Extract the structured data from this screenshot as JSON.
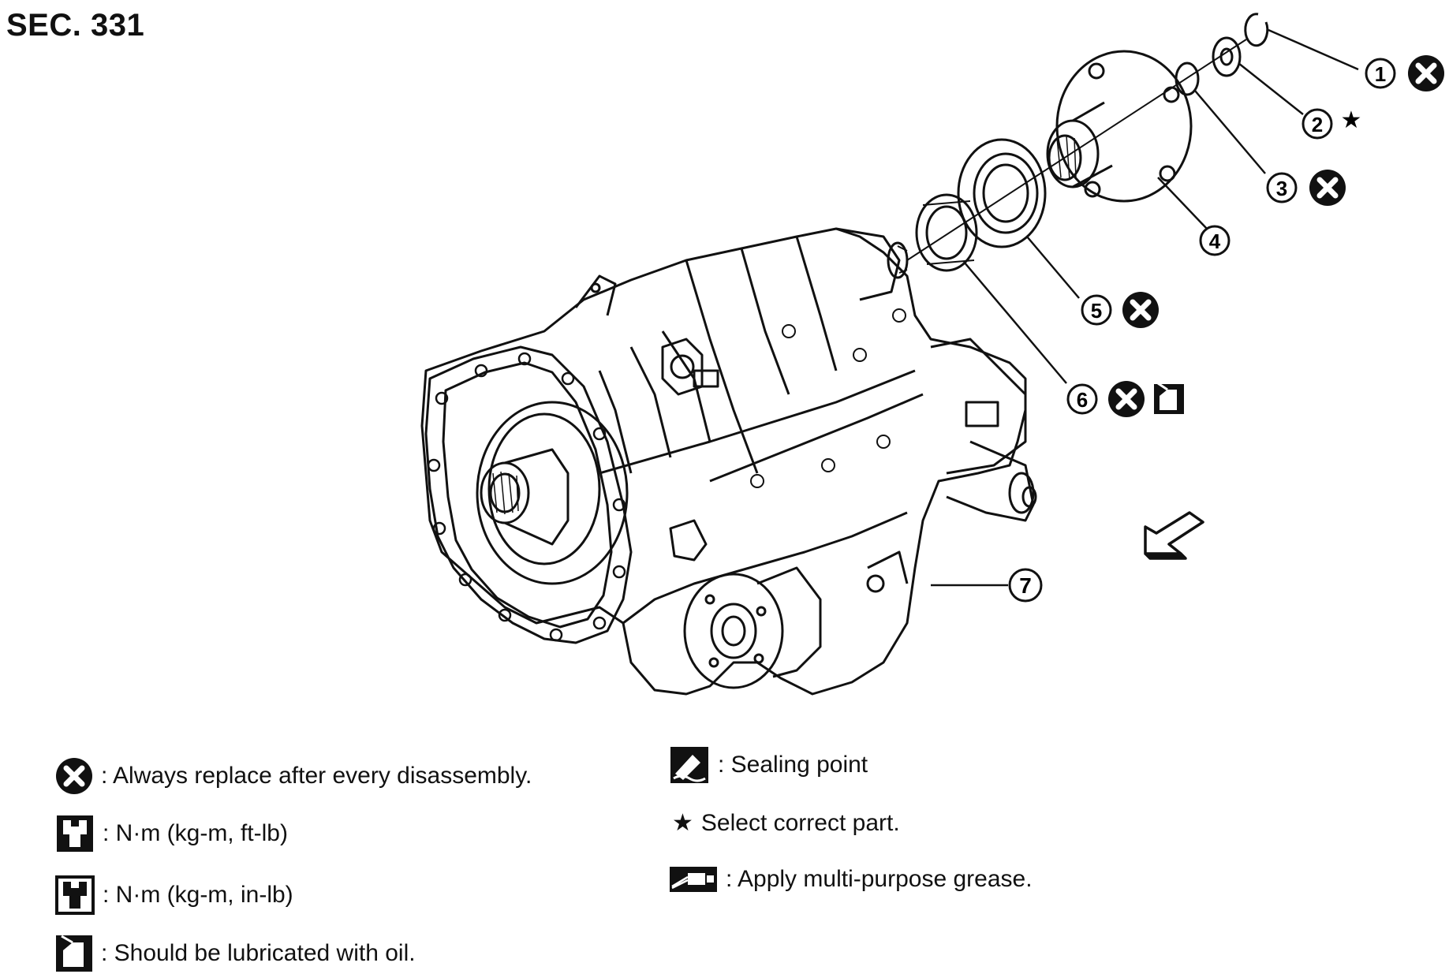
{
  "section": "SEC. 331",
  "callouts": [
    {
      "number": "1",
      "symbols": [
        "replace-icon"
      ]
    },
    {
      "number": "2",
      "symbols": [
        "star-icon"
      ]
    },
    {
      "number": "3",
      "symbols": [
        "replace-icon"
      ]
    },
    {
      "number": "4",
      "symbols": []
    },
    {
      "number": "5",
      "symbols": [
        "replace-icon"
      ]
    },
    {
      "number": "6",
      "symbols": [
        "replace-icon",
        "oil-can-icon"
      ]
    },
    {
      "number": "7",
      "symbols": []
    }
  ],
  "legend": {
    "replace": ": Always replace after every disassembly.",
    "torque_ft": ": N·m (kg-m, ft-lb)",
    "torque_in": ": N·m (kg-m, in-lb)",
    "oil": ": Should be lubricated with oil.",
    "sealing": ": Sealing point",
    "select": "Select correct part.",
    "grease": ": Apply multi-purpose grease."
  },
  "colors": {
    "ink": "#111111",
    "background": "#ffffff"
  }
}
